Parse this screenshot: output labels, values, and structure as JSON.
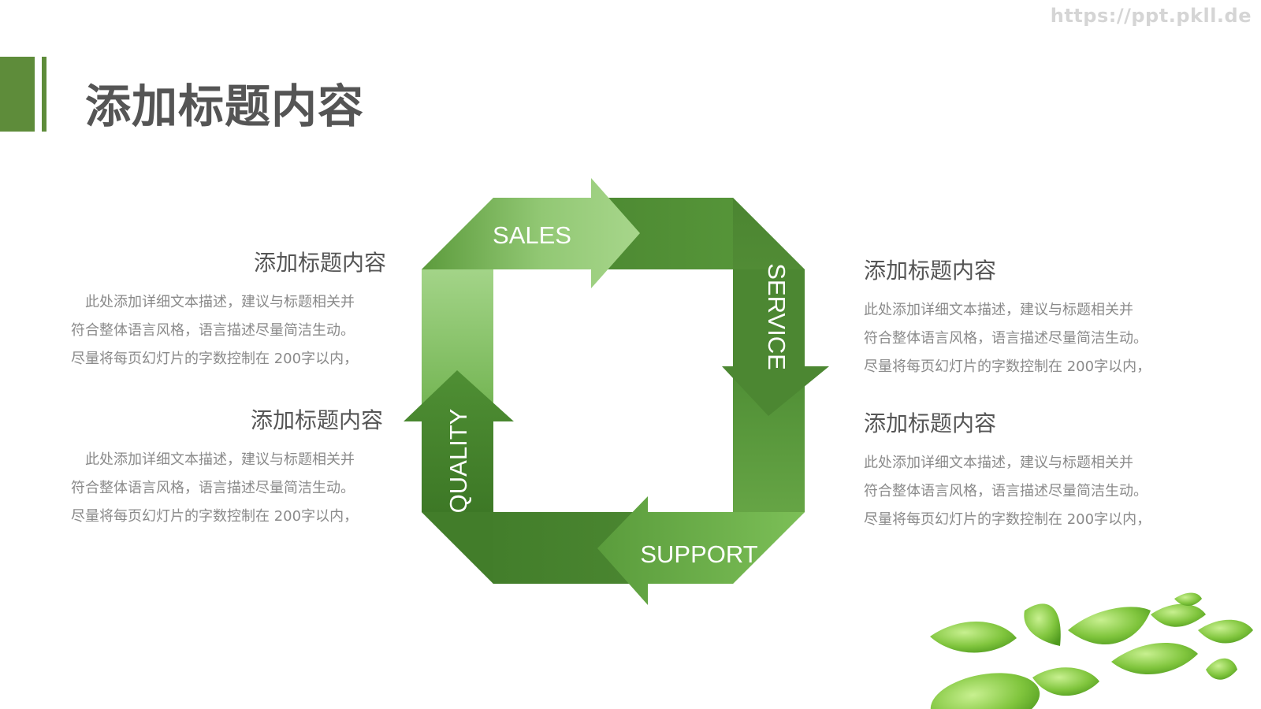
{
  "header": {
    "watermark": "https://ppt.pkll.de",
    "title": "添加标题内容"
  },
  "items": [
    {
      "title": "添加标题内容",
      "body": "　此处添加详细文本描述，建议与标题相关并\n符合整体语言风格，语言描述尽量简洁生动。\n尽量将每页幻灯片的字数控制在  200字以内，"
    },
    {
      "title": "添加标题内容",
      "body": "　此处添加详细文本描述，建议与标题相关并\n符合整体语言风格，语言描述尽量简洁生动。\n尽量将每页幻灯片的字数控制在  200字以内，"
    },
    {
      "title": "添加标题内容",
      "body": "此处添加详细文本描述，建议与标题相关并\n符合整体语言风格，语言描述尽量简洁生动。\n尽量将每页幻灯片的字数控制在  200字以内，"
    },
    {
      "title": "添加标题内容",
      "body": "此处添加详细文本描述，建议与标题相关并\n符合整体语言风格，语言描述尽量简洁生动。\n尽量将每页幻灯片的字数控制在  200字以内，"
    }
  ],
  "cycle": {
    "labels": {
      "sales": "SALES",
      "service": "SERVICE",
      "support": "SUPPORT",
      "quality": "QUALITY"
    },
    "colors": {
      "dark": "#4e8a33",
      "mid": "#6aab47",
      "light": "#9fd083"
    }
  },
  "decor": {
    "leaves_icon": "green-leaves-icon"
  }
}
